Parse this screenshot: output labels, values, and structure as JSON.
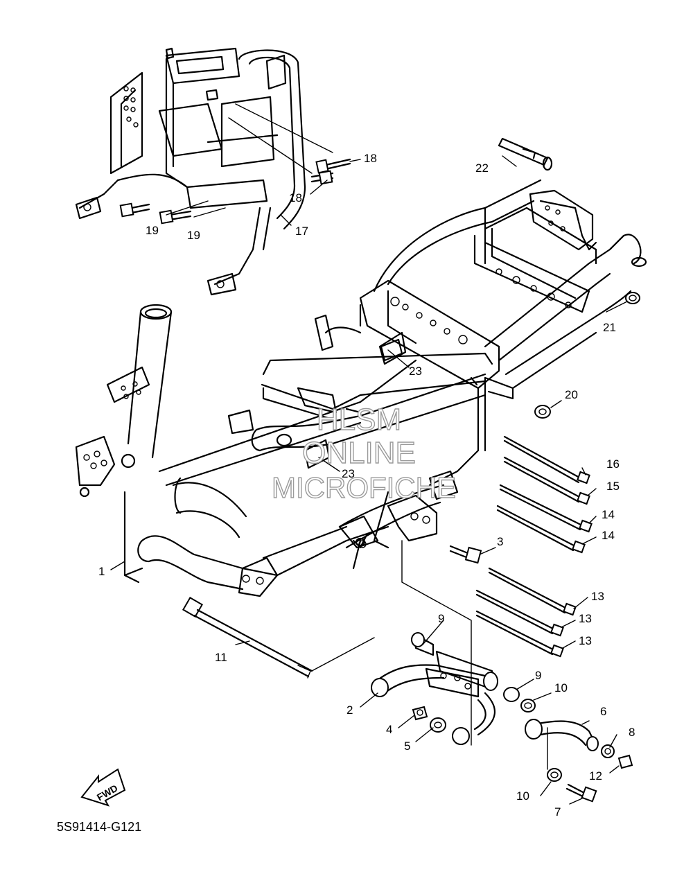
{
  "diagram": {
    "code": "5S91414-G121",
    "fwd_label": "FWD",
    "watermark": [
      "HLSM",
      "ONLINE",
      "MICROFICHE"
    ],
    "callouts": {
      "c1": "1",
      "c2": "2",
      "c3": "3",
      "c4": "4",
      "c5": "5",
      "c6": "6",
      "c7": "7",
      "c8": "8",
      "c9a": "9",
      "c9b": "9",
      "c10a": "10",
      "c10b": "10",
      "c11": "11",
      "c12": "12",
      "c13a": "13",
      "c13b": "13",
      "c13c": "13",
      "c14a": "14",
      "c14b": "14",
      "c15": "15",
      "c16": "16",
      "c17": "17",
      "c18a": "18",
      "c18b": "18",
      "c19a": "19",
      "c19b": "19",
      "c20": "20",
      "c21": "21",
      "c22": "22",
      "c23a": "23",
      "c23b": "23"
    }
  }
}
